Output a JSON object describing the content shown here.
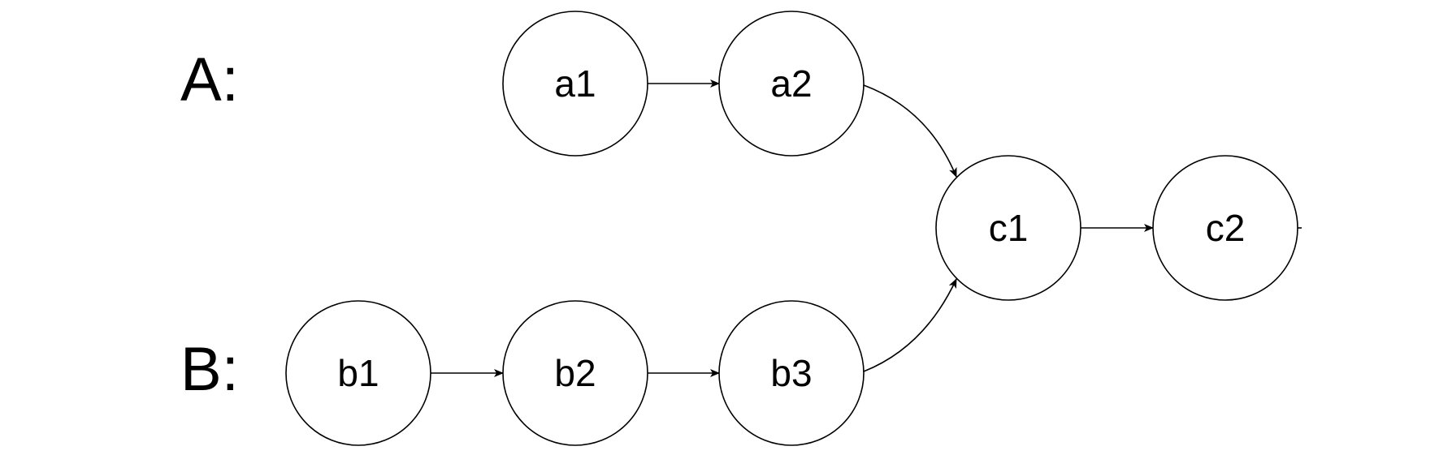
{
  "lists": [
    {
      "id": "A",
      "label": "A:"
    },
    {
      "id": "B",
      "label": "B:"
    }
  ],
  "nodes": [
    {
      "id": "a1",
      "label": "a1"
    },
    {
      "id": "a2",
      "label": "a2"
    },
    {
      "id": "b1",
      "label": "b1"
    },
    {
      "id": "b2",
      "label": "b2"
    },
    {
      "id": "b3",
      "label": "b3"
    },
    {
      "id": "c1",
      "label": "c1"
    },
    {
      "id": "c2",
      "label": "c2"
    }
  ],
  "edges": [
    {
      "from": "a1",
      "to": "a2"
    },
    {
      "from": "a2",
      "to": "c1"
    },
    {
      "from": "b1",
      "to": "b2"
    },
    {
      "from": "b2",
      "to": "b3"
    },
    {
      "from": "b3",
      "to": "c1"
    },
    {
      "from": "c1",
      "to": "c2"
    }
  ],
  "colors": {
    "stroke": "#000000",
    "fill": "#ffffff",
    "text": "#000000",
    "background": "#ffffff"
  }
}
